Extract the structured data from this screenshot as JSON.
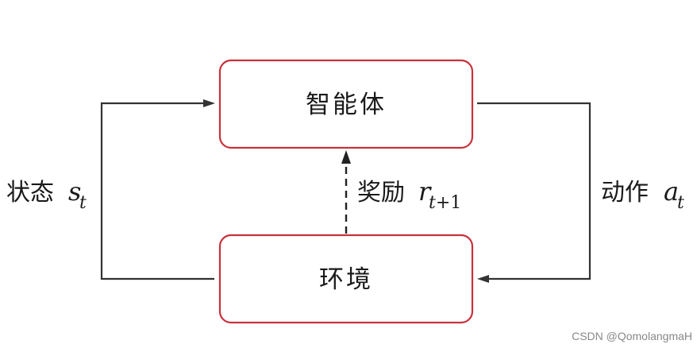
{
  "nodes": {
    "agent": {
      "label": "智能体"
    },
    "environment": {
      "label": "环境"
    }
  },
  "edges": {
    "state": {
      "label": "状态",
      "var": "s",
      "sub": "t"
    },
    "action": {
      "label": "动作",
      "var": "a",
      "sub": "t"
    },
    "reward": {
      "label": "奖励",
      "var": "r",
      "sub_var": "t",
      "sub_rest": "+1"
    }
  },
  "watermark": {
    "text": "CSDN @QomolangmaH"
  },
  "colors": {
    "box_border": "#c8323c",
    "line": "#333333"
  }
}
